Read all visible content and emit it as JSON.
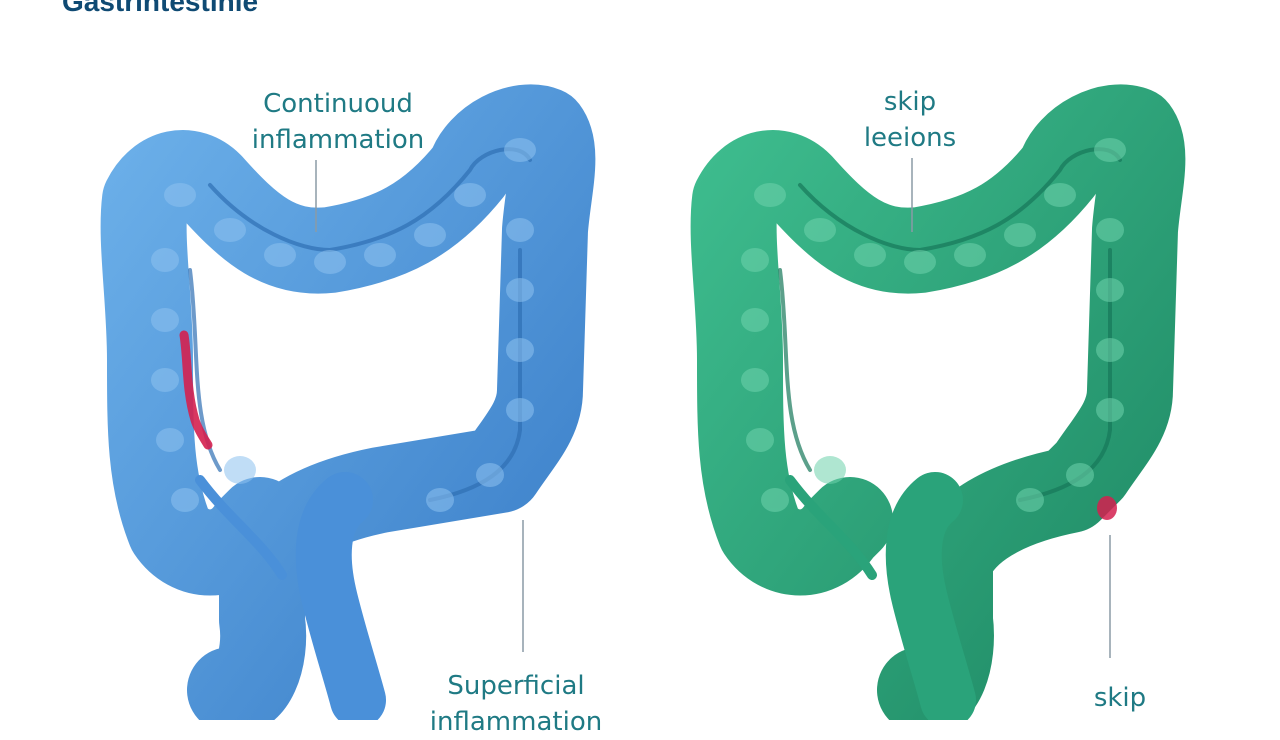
{
  "title": "Gastrintestinle",
  "colors": {
    "ulcerative_colitis_fill": "#4a90d9",
    "crohns_fill": "#2aa37a",
    "inflammation": "#d4204f",
    "label_text": "#1f7a84",
    "title_text": "#0f4a73"
  },
  "panels": [
    {
      "name": "left-colon",
      "top_label": [
        "Continuoud",
        "inflammation"
      ],
      "bottom_label": [
        "Superficial",
        "inflammation"
      ]
    },
    {
      "name": "right-colon",
      "top_label": [
        "skip",
        "leeions"
      ],
      "bottom_label": [
        "skip"
      ]
    }
  ]
}
